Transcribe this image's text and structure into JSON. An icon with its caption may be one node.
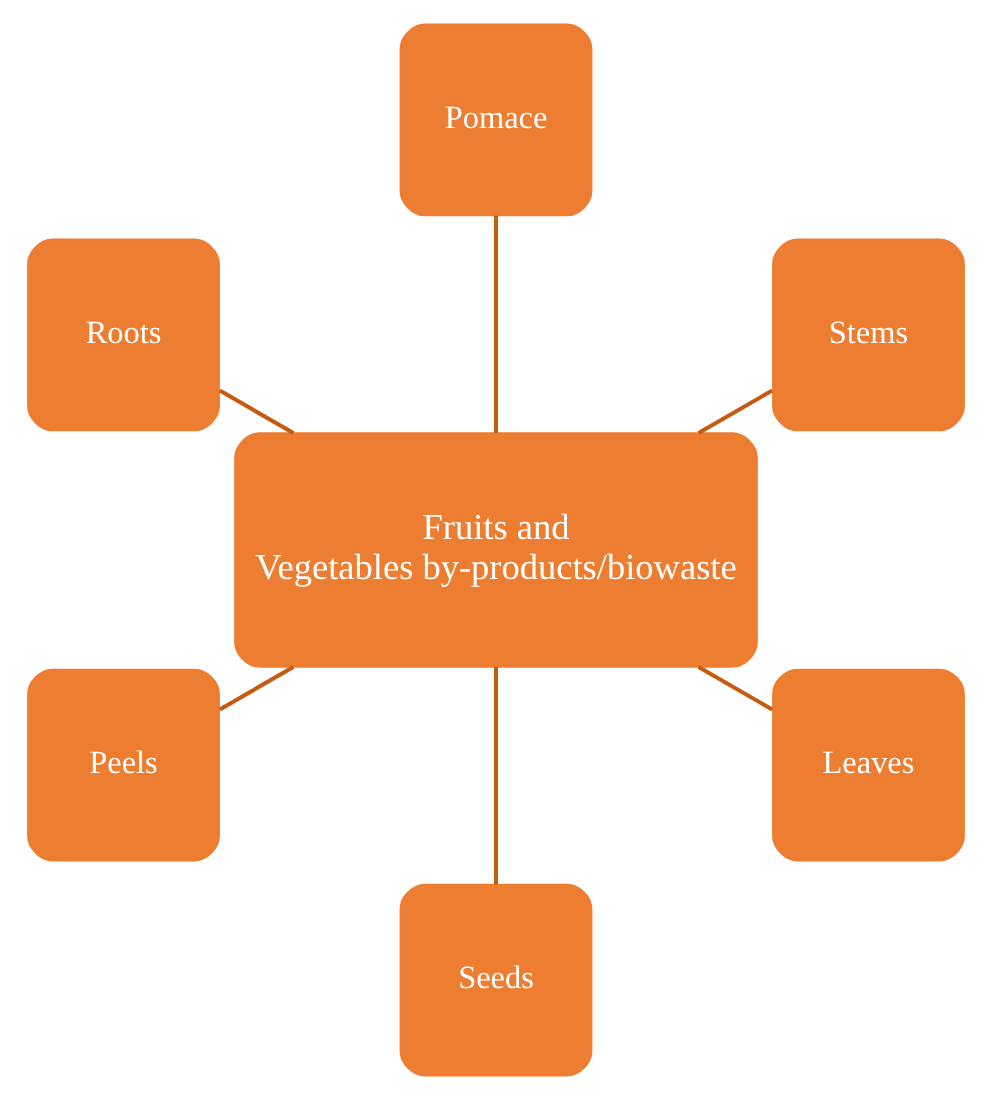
{
  "diagram": {
    "nodes": [
      {
        "text": [
          "Fruits and Vegetables by-products/biowaste"
        ]
      },
      {
        "text": [
          "Stems"
        ]
      },
      {
        "text": [
          "Pomace"
        ]
      },
      {
        "text": [
          "Roots"
        ]
      },
      {
        "text": [
          "Peels"
        ]
      },
      {
        "text": [
          "Seeds"
        ]
      },
      {
        "text": [
          "Leaves"
        ]
      }
    ],
    "edges": [
      {
        "from": 0,
        "to": 1,
        "arrow": "none"
      },
      {
        "from": 0,
        "to": 2,
        "arrow": "none"
      },
      {
        "from": 0,
        "to": 3,
        "arrow": "none"
      },
      {
        "from": 0,
        "to": 4,
        "arrow": "none"
      },
      {
        "from": 0,
        "to": 5,
        "arrow": "none"
      },
      {
        "from": 0,
        "to": 6,
        "arrow": "none"
      }
    ]
  }
}
